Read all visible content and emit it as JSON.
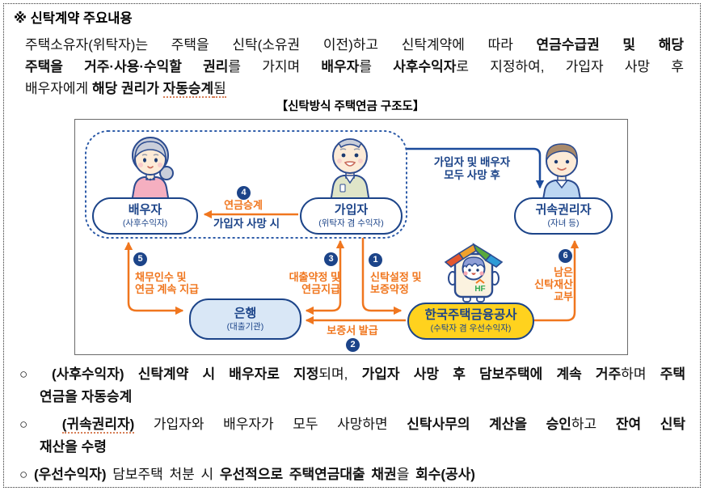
{
  "page": {
    "title": "※ 신탁계약 주요내용",
    "caption": "【신탁방식 주택연금 구조도】"
  },
  "intro": {
    "lines": [
      [
        {
          "t": "주택소유자(위탁자)는 주택을 신탁(소유권 이전)하고 신탁계약에 따라 ",
          "b": false
        },
        {
          "t": "연금수급권 및 해당",
          "b": true
        }
      ],
      [
        {
          "t": "주택을 거주·사용·수익할 권리",
          "b": true
        },
        {
          "t": "를 가지며 ",
          "b": false
        },
        {
          "t": "배우자",
          "b": true
        },
        {
          "t": "를 ",
          "b": false
        },
        {
          "t": "사후수익자",
          "b": true
        },
        {
          "t": "로 지정하여, 가입자 사망 후",
          "b": false
        }
      ],
      [
        {
          "t": "배우자에게 ",
          "b": false
        },
        {
          "t": "해당 권리가 ",
          "b": true
        },
        {
          "t": "자동승계",
          "b": true,
          "u": true
        },
        {
          "t": "됨",
          "b": false,
          "u": true
        }
      ]
    ]
  },
  "diagram": {
    "nodes": {
      "spouse": {
        "label": "배우자",
        "sub": "(사후수익자)"
      },
      "applicant": {
        "label": "가입자",
        "sub": "(위탁자 겸 수익자)"
      },
      "heir": {
        "label": "귀속권리자",
        "sub": "(자녀 등)"
      },
      "bank": {
        "label": "은행",
        "sub": "(대출기관)"
      },
      "hf": {
        "label": "한국주택금융공사",
        "sub": "(수탁자 겸 우선수익자)"
      }
    },
    "flows": {
      "f1": {
        "num": "1",
        "l1": "신탁설정 및",
        "l2": "보증약정"
      },
      "f2": {
        "num": "2",
        "l1": "보증서 발급"
      },
      "f3": {
        "num": "3",
        "l1": "대출약정 및",
        "l2": "연금지급"
      },
      "f4": {
        "num": "4",
        "l1": "연금승계",
        "l2": "가입자 사망 시"
      },
      "f5": {
        "num": "5",
        "l1": "채무인수 및",
        "l2": "연금 계속 지급"
      },
      "f6": {
        "num": "6",
        "l1": "남은",
        "l2": "신탁재산",
        "l3": "교부"
      }
    },
    "death_note": {
      "l1": "가입자 및 배우자",
      "l2": "모두 사망 후"
    },
    "mascot": {
      "logo": "HF"
    }
  },
  "bullets": [
    {
      "lines": [
        [
          {
            "t": "○ ",
            "b": false
          },
          {
            "t": "(사후수익자) 신탁계약 시 배우자로 지정",
            "b": true
          },
          {
            "t": "되며, ",
            "b": false
          },
          {
            "t": "가입자 사망 후 담보주택에 계속 거주",
            "b": true
          },
          {
            "t": "하며 ",
            "b": false
          },
          {
            "t": "주택",
            "b": true
          }
        ],
        [
          {
            "t": "연금을 자동승계",
            "b": true
          }
        ]
      ]
    },
    {
      "lines": [
        [
          {
            "t": "○ ",
            "b": false
          },
          {
            "t": "(귀속권리자)",
            "b": true,
            "u": true
          },
          {
            "t": " 가입자와 배우자가 모두 사망하면 ",
            "b": false
          },
          {
            "t": "신탁사무의 계산을 승인",
            "b": true
          },
          {
            "t": "하고 ",
            "b": false
          },
          {
            "t": "잔여 신탁",
            "b": true
          }
        ],
        [
          {
            "t": "재산을 수령",
            "b": true
          }
        ]
      ]
    },
    {
      "lines": [
        [
          {
            "t": "○ ",
            "b": false
          },
          {
            "t": "(우선수익자)",
            "b": true
          },
          {
            "t": " 담보주택 처분 시 ",
            "b": false
          },
          {
            "t": "우선적으로 주택연금대출 채권",
            "b": true
          },
          {
            "t": "을 ",
            "b": false
          },
          {
            "t": "회수(공사)",
            "b": true
          }
        ]
      ]
    }
  ],
  "colors": {
    "navy": "#1C4489",
    "orange": "#F0761E",
    "yellow": "#FFD21E",
    "light_blue": "#D9E7F6",
    "dotted_box_blue": "#2D5BA8"
  }
}
